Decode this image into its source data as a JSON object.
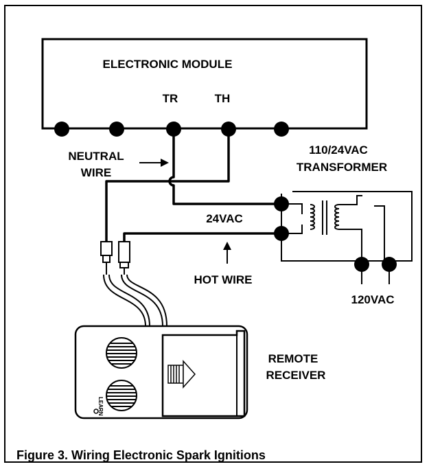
{
  "module": {
    "title": "ELECTRONIC MODULE",
    "tr": "TR",
    "th": "TH"
  },
  "labels": {
    "neutral_line1": "NEUTRAL",
    "neutral_line2": "WIRE",
    "transformer_line1": "110/24VAC",
    "transformer_line2": "TRANSFORMER",
    "v24": "24VAC",
    "hot_wire": "HOT WIRE",
    "v120": "120VAC",
    "receiver_line1": "REMOTE",
    "receiver_line2": "RECEIVER",
    "learn": "LEARN"
  },
  "caption": "Figure 3.  Wiring Electronic Spark Ignitions"
}
